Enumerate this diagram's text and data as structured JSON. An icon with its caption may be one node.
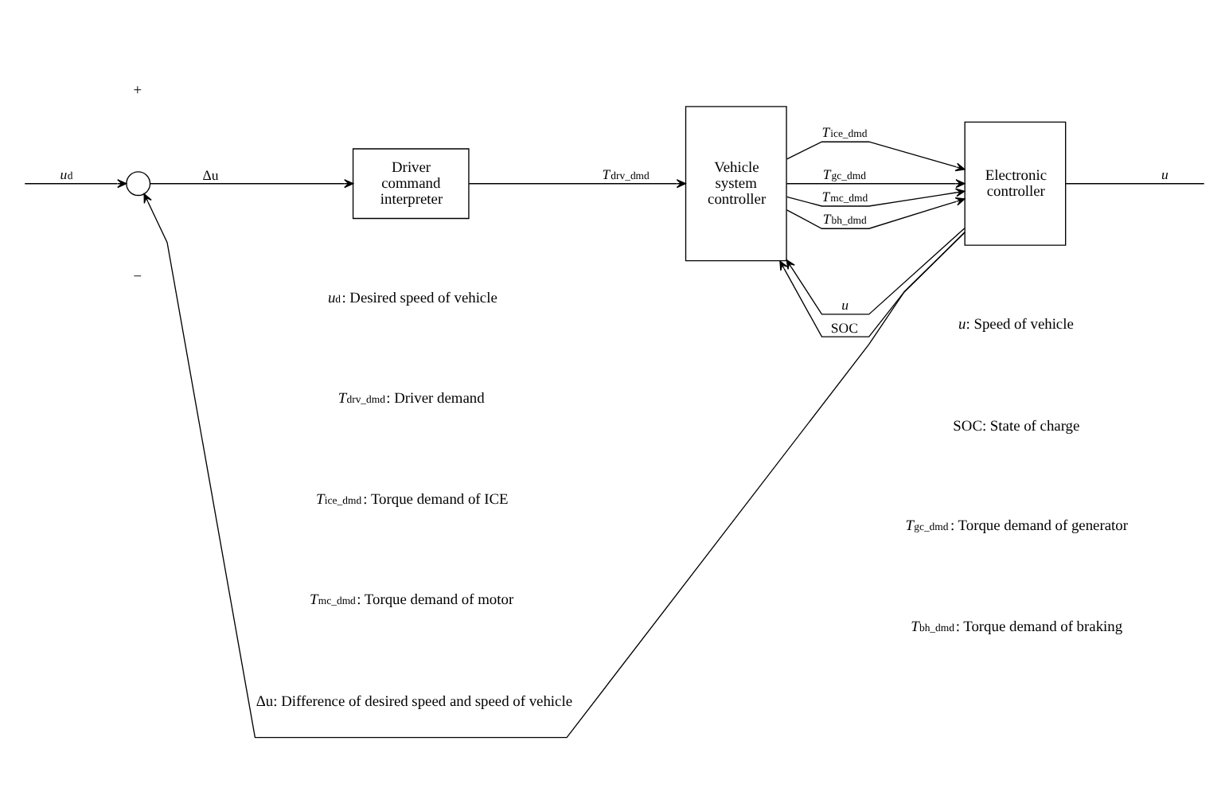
{
  "diagram": {
    "nodes": [
      {
        "text": [],
        "shape": "circle"
      },
      {
        "text": [
          "Driver command interpreter"
        ]
      },
      {
        "text": [
          "Vehicle system controller"
        ]
      },
      {
        "text": [
          "Electronic controller"
        ]
      }
    ],
    "edges": [
      {
        "from": null,
        "to": 0,
        "arrow": "to",
        "label": "*u*$_{d}$"
      },
      {
        "from": 0,
        "to": 1,
        "arrow": "to",
        "label": "Δu"
      },
      {
        "from": 1,
        "to": 2,
        "arrow": "to",
        "label": "*T*$_{drv_dmd}$"
      },
      {
        "from": 3,
        "to": 2,
        "arrow": "to",
        "label": "*u*"
      },
      {
        "from": 3,
        "to": 2,
        "arrow": "to",
        "label": "SOC"
      },
      {
        "from": 2,
        "to": 3,
        "arrow": "to",
        "label": "*T*$_{ice_dmd}$"
      },
      {
        "from": 2,
        "to": 3,
        "arrow": "to",
        "label": "*T*$_{gc_dmd}$"
      },
      {
        "from": 2,
        "to": 3,
        "arrow": "to",
        "label": "*T*$_{mc_dmd}$"
      },
      {
        "from": 2,
        "to": 3,
        "arrow": "to",
        "label": "*T*$_{bh_dmd}$"
      },
      {
        "from": 3,
        "to": null,
        "arrow": "none",
        "label": "*u*"
      },
      {
        "from": 3,
        "to": 0,
        "arrow": "to"
      }
    ],
    "labels": [
      "+",
      "−",
      "*u*$_{d}$: Desired speed of vehicle",
      "*u*: Speed of vehicle",
      "*T*$_{drv_dmd}$: Driver demand",
      "SOC: State of charge",
      "*T*$_{ice_dmd}$: Torque demand of ICE",
      "*T*$_{gc_dmd}$: Torque demand of generator",
      "*T*$_{mc_dmd}$: Torque demand of motor",
      "*T*$_{bh_dmd}$: Torque demand of braking",
      "Δu: Difference of desired speed and speed of vehicle"
    ]
  }
}
